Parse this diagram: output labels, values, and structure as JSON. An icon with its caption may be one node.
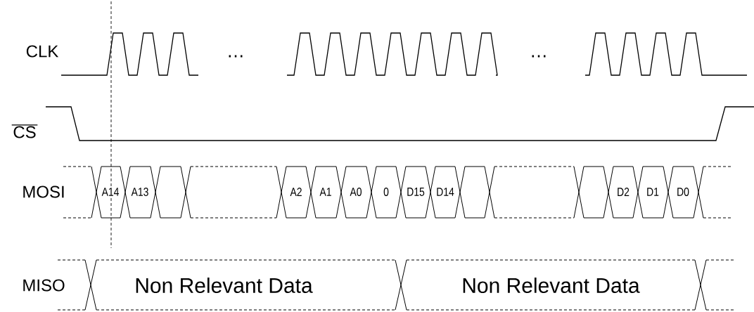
{
  "diagram": {
    "labels": [
      "CLK",
      "…",
      "…",
      "CS",
      "MOSI",
      "A14",
      "A13",
      "A2",
      "A1",
      "A0",
      "0",
      "D15",
      "D14",
      "D2",
      "D1",
      "D0",
      "MISO",
      "Non Relevant Data",
      "Non Relevant Data"
    ]
  }
}
